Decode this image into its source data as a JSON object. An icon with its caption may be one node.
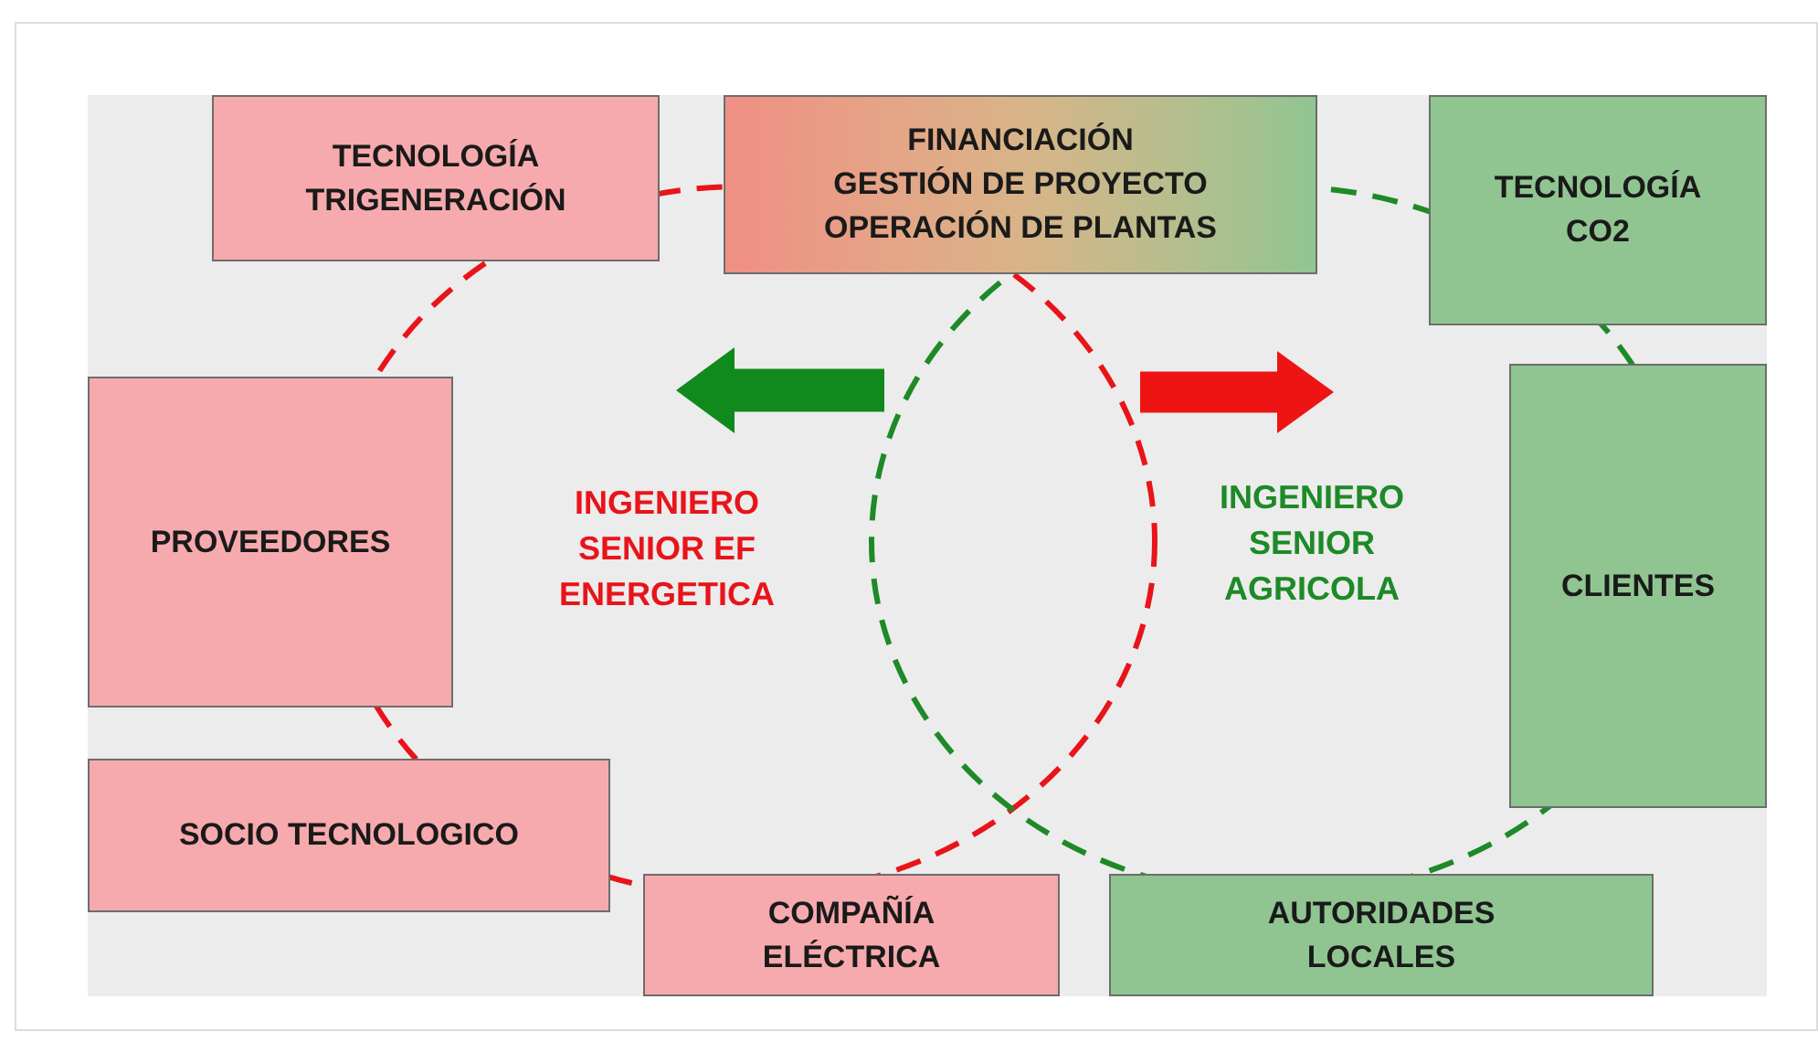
{
  "diagram": {
    "nodes": [
      {
        "text": [
          "TECNOLOGÍA TRIGENERACIÓN"
        ]
      },
      {
        "text": [
          "FINANCIACIÓN",
          "GESTIÓN DE PROYECTO",
          "OPERACIÓN DE PLANTAS"
        ]
      },
      {
        "text": [
          "TECNOLOGÍA CO2"
        ]
      },
      {
        "text": [
          "PROVEEDORES"
        ]
      },
      {
        "text": [
          "INGENIERO SENIOR EF ENERGETICA"
        ]
      },
      {
        "text": [
          "INGENIERO SENIOR AGRICOLA"
        ]
      },
      {
        "text": [
          "CLIENTES"
        ]
      },
      {
        "text": [
          "SOCIO TECNOLOGICO"
        ]
      },
      {
        "text": [
          "COMPAÑÍA ELÉCTRICA"
        ]
      },
      {
        "text": [
          "AUTORIDADES LOCALES"
        ]
      }
    ],
    "edges": [
      {
        "from": 5,
        "to": 4,
        "arrow": "to",
        "style": "thick",
        "color": "#108a1c"
      },
      {
        "from": 4,
        "to": 5,
        "arrow": "to",
        "style": "thick",
        "color": "#ef1414"
      }
    ]
  }
}
